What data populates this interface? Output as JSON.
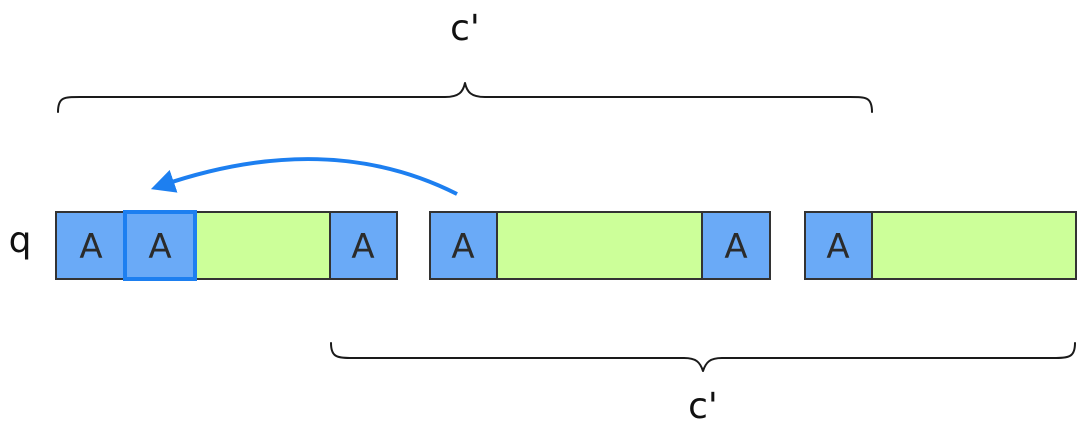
{
  "labels": {
    "top_brace": "c'",
    "bottom_brace": "c'",
    "row": "q"
  },
  "cells": {
    "c1": "A",
    "c2": "A",
    "c3": "A",
    "c4": "A",
    "c5": "A",
    "c6": "A"
  },
  "colors": {
    "a_cell": "#6aaaf7",
    "highlight_border": "#1d7ff0",
    "fill_segment": "#ccff99",
    "arrow": "#1d7ff0"
  }
}
